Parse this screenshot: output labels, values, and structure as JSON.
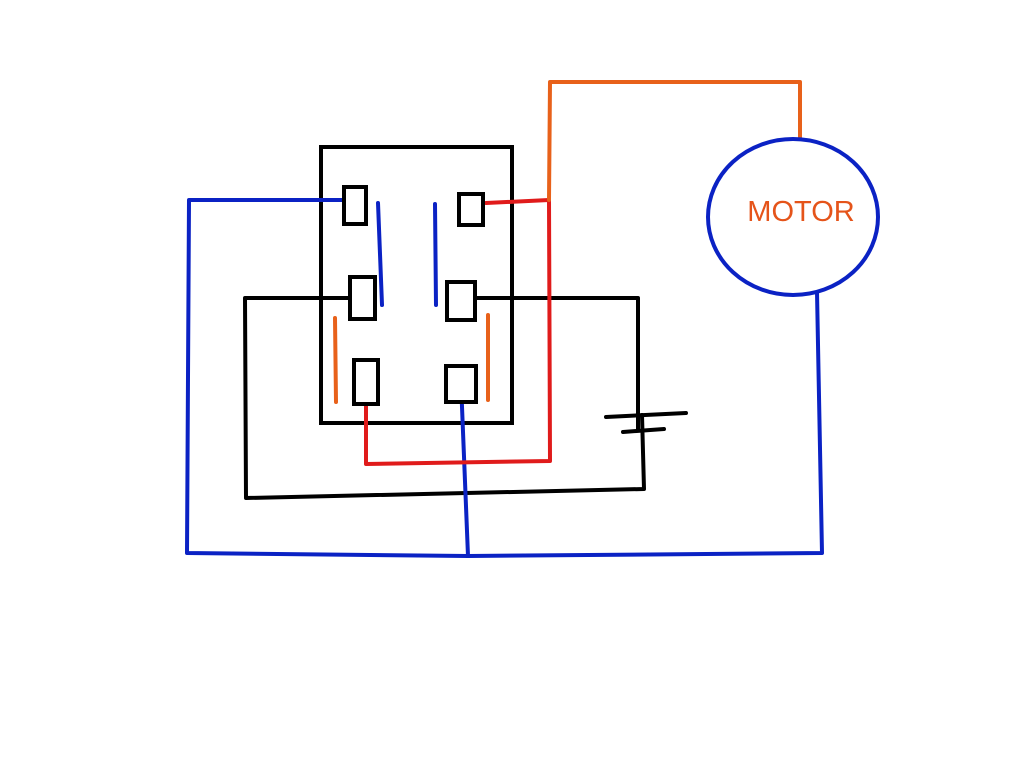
{
  "colors": {
    "background": "#ffffff",
    "outline": "#000000",
    "blue_wire": "#0b22c4",
    "red_wire": "#e01b1b",
    "orange_wire": "#e8611a",
    "motor_label": "#e5541a",
    "motor_outline": "#0b22c4"
  },
  "motor": {
    "label": "MOTOR"
  },
  "components": {
    "switch": "dpdt-switch",
    "power_source": "battery",
    "load": "motor"
  }
}
